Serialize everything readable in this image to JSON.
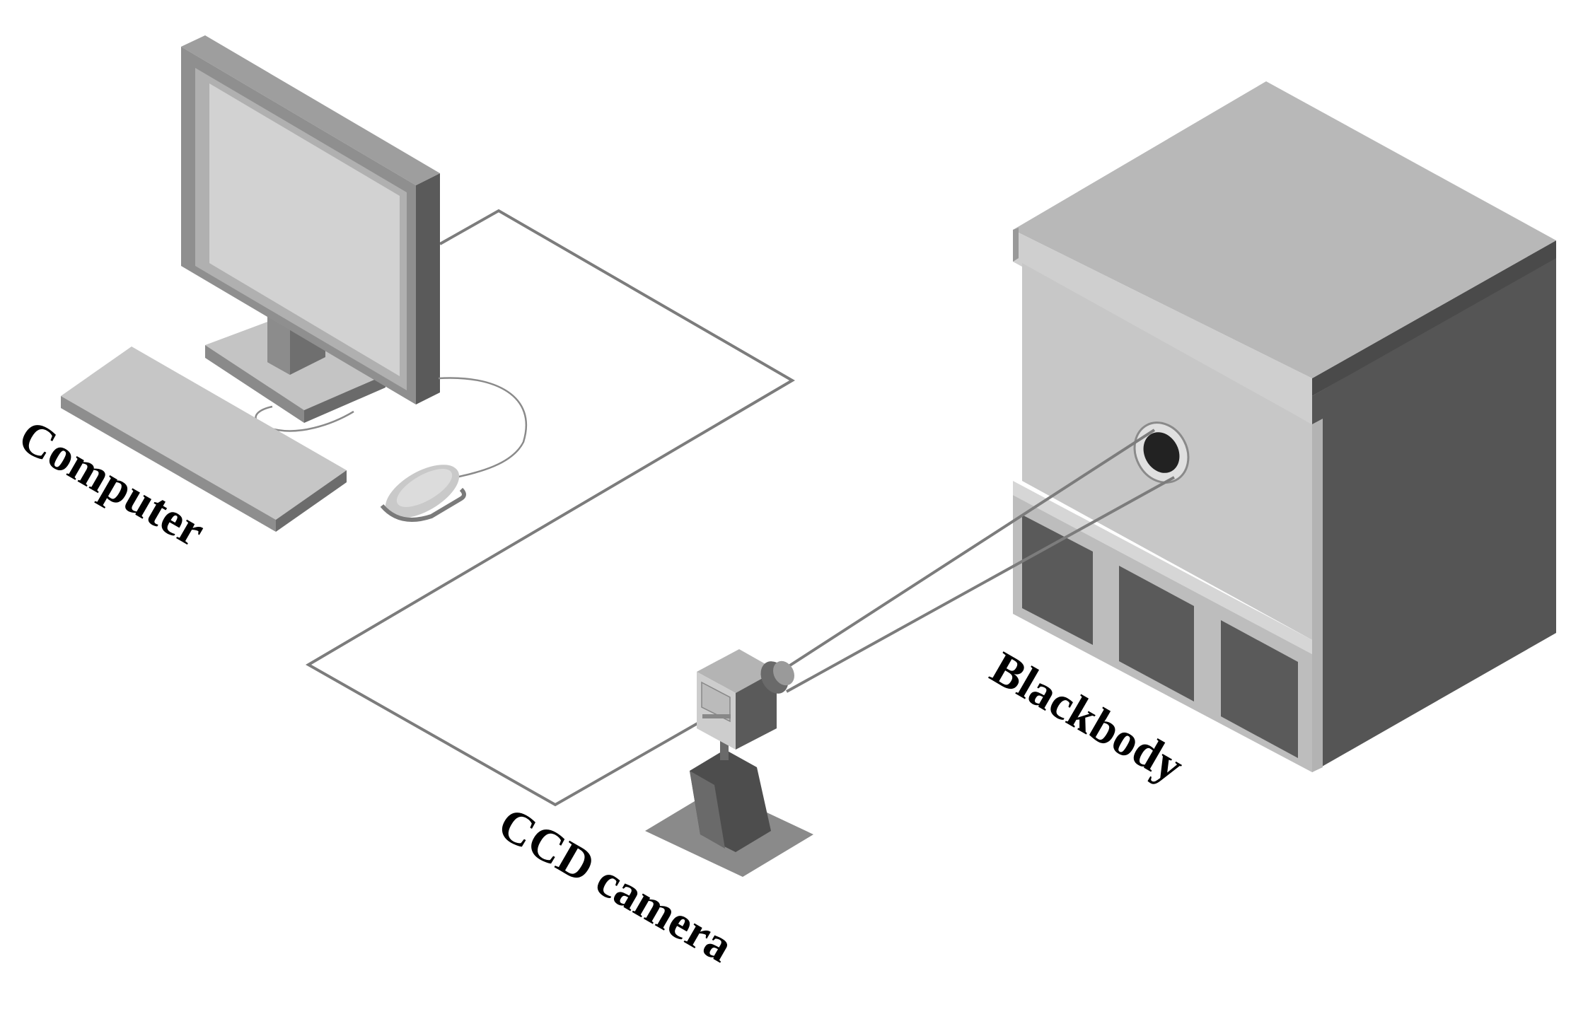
{
  "diagram": {
    "labels": {
      "computer": "Computer",
      "ccd_camera": "CCD camera",
      "blackbody": "Blackbody"
    },
    "colors": {
      "background": "#ffffff",
      "light_gray": "#c8c8c8",
      "mid_gray": "#a9a9a9",
      "dark_gray": "#555555",
      "cable": "#7c7c7c",
      "text": "#000000"
    }
  }
}
